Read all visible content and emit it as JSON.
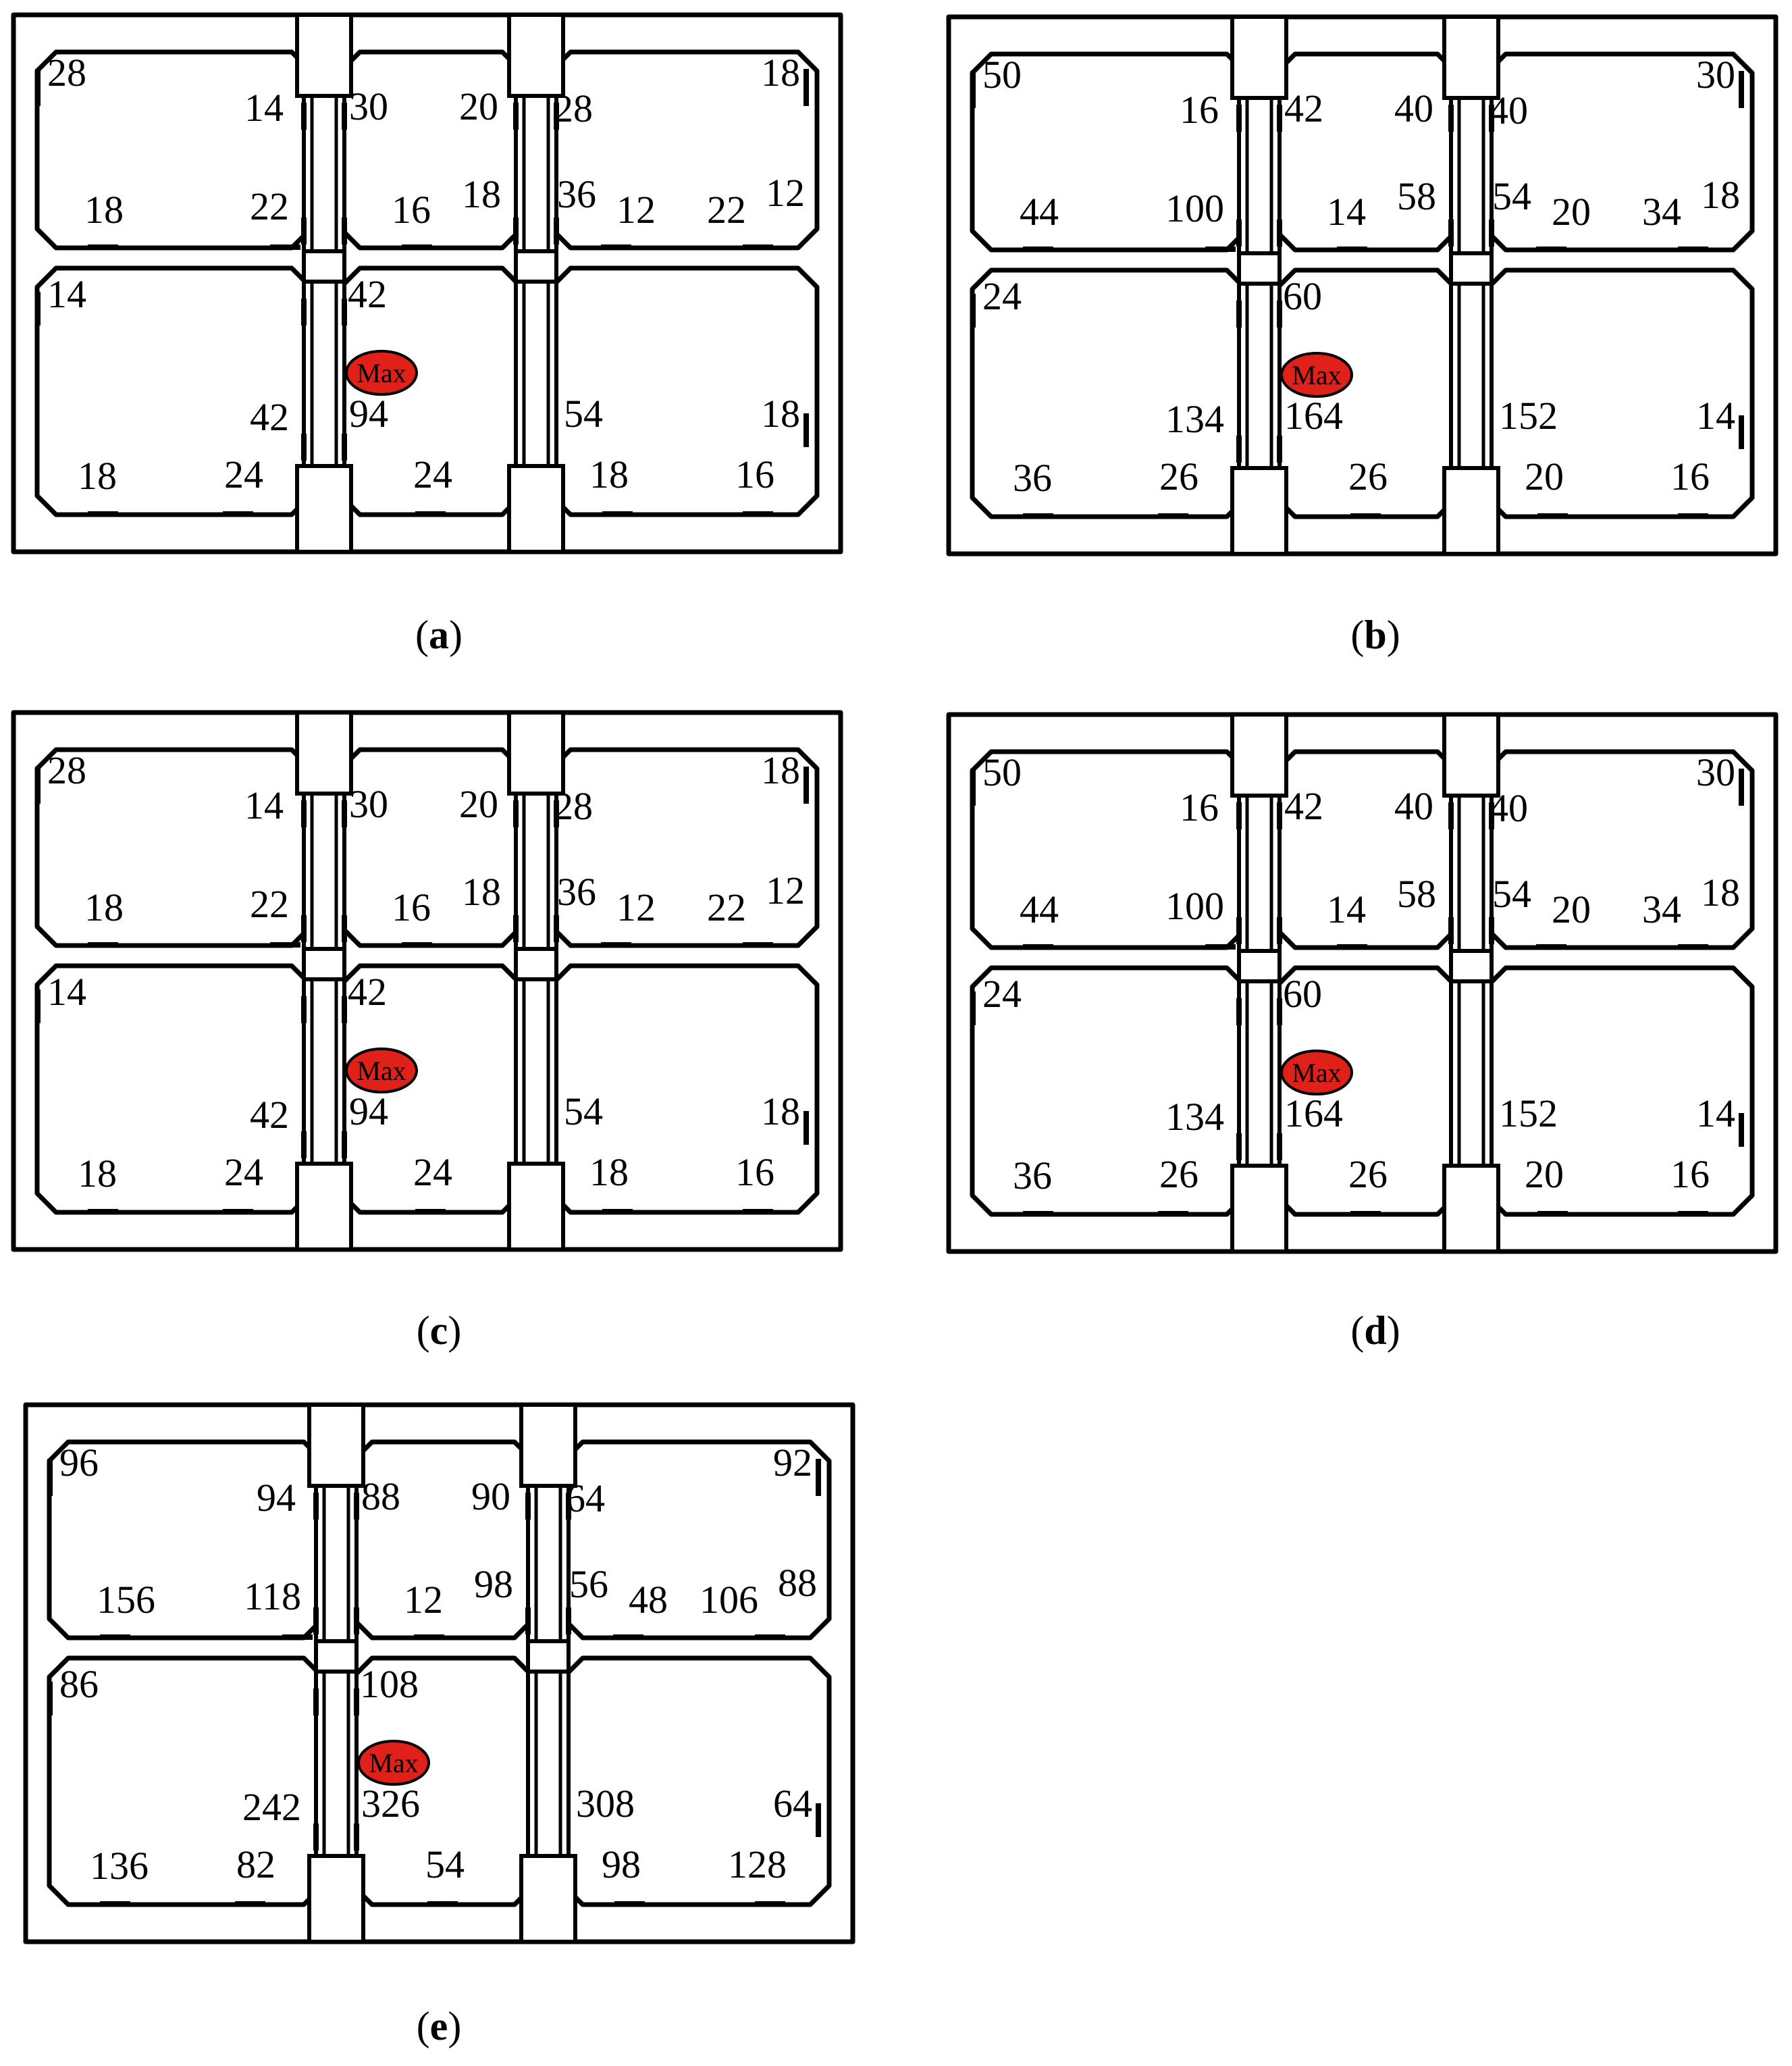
{
  "max_label": "Max",
  "colors": {
    "max_fill": "#e0211a",
    "line": "#000000",
    "background": "#ffffff"
  },
  "panels": [
    {
      "id": "a",
      "caption": "a",
      "values": {
        "top_left_cell": [
          "28",
          "14",
          "18",
          "22"
        ],
        "top_middle_cell": [
          "30",
          "20",
          "16",
          "18"
        ],
        "top_right_cell": [
          "28",
          "18",
          "36",
          "12",
          "22",
          "12"
        ],
        "bottom_left_cell": [
          "14",
          "42",
          "18",
          "24"
        ],
        "bottom_middle_cell": [
          "42",
          "94",
          "24"
        ],
        "bottom_right_cell": [
          "54",
          "18",
          "18",
          "16"
        ]
      }
    },
    {
      "id": "b",
      "caption": "b",
      "values": {
        "top_left_cell": [
          "50",
          "16",
          "44",
          "100"
        ],
        "top_middle_cell": [
          "42",
          "40",
          "14",
          "58"
        ],
        "top_right_cell": [
          "40",
          "30",
          "54",
          "20",
          "34",
          "18"
        ],
        "bottom_left_cell": [
          "24",
          "134",
          "36",
          "26"
        ],
        "bottom_middle_cell": [
          "60",
          "164",
          "26"
        ],
        "bottom_right_cell": [
          "152",
          "14",
          "20",
          "16"
        ]
      }
    },
    {
      "id": "c",
      "caption": "c",
      "values": {
        "top_left_cell": [
          "28",
          "14",
          "18",
          "22"
        ],
        "top_middle_cell": [
          "30",
          "20",
          "16",
          "18"
        ],
        "top_right_cell": [
          "28",
          "18",
          "36",
          "12",
          "22",
          "12"
        ],
        "bottom_left_cell": [
          "14",
          "42",
          "18",
          "24"
        ],
        "bottom_middle_cell": [
          "42",
          "94",
          "24"
        ],
        "bottom_right_cell": [
          "54",
          "18",
          "18",
          "16"
        ]
      }
    },
    {
      "id": "d",
      "caption": "d",
      "values": {
        "top_left_cell": [
          "50",
          "16",
          "44",
          "100"
        ],
        "top_middle_cell": [
          "42",
          "40",
          "14",
          "58"
        ],
        "top_right_cell": [
          "40",
          "30",
          "54",
          "20",
          "34",
          "18"
        ],
        "bottom_left_cell": [
          "24",
          "134",
          "36",
          "26"
        ],
        "bottom_middle_cell": [
          "60",
          "164",
          "26"
        ],
        "bottom_right_cell": [
          "152",
          "14",
          "20",
          "16"
        ]
      }
    },
    {
      "id": "e",
      "caption": "e",
      "values": {
        "top_left_cell": [
          "96",
          "94",
          "156",
          "118"
        ],
        "top_middle_cell": [
          "88",
          "90",
          "12",
          "98"
        ],
        "top_right_cell": [
          "64",
          "92",
          "56",
          "48",
          "106",
          "88"
        ],
        "bottom_left_cell": [
          "86",
          "242",
          "136",
          "82"
        ],
        "bottom_middle_cell": [
          "108",
          "326",
          "54"
        ],
        "bottom_right_cell": [
          "308",
          "64",
          "98",
          "128"
        ]
      }
    }
  ]
}
